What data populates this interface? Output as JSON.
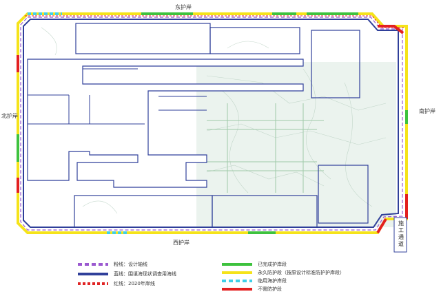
{
  "banks": {
    "north": "东护岸",
    "south": "西护岸",
    "west": "北护岸",
    "east": "南护岸"
  },
  "construction_channel": "施工通道",
  "colors": {
    "purple_line": "#9b59d0",
    "blue_line": "#2f3f9a",
    "red_line": "#e02424",
    "green_segment": "#3ec23e",
    "yellow_segment": "#f5e31a",
    "cyan_segment": "#3fd0e8",
    "red_segment": "#e32020",
    "background_land": "#e8f3ec"
  },
  "legend": [
    {
      "swatch": "purple-dashed",
      "label": "粉线：设计轴线"
    },
    {
      "swatch": "blue-solid",
      "label": "蓝线：围填海现状调查用海线"
    },
    {
      "swatch": "red-dashed",
      "label": "红线：2020年岸线"
    },
    {
      "swatch": "green-solid",
      "label": "已完成护岸段"
    },
    {
      "swatch": "yellow-solid",
      "label": "永久防护段（按原设计标准防护护岸段）"
    },
    {
      "swatch": "cyan-dashed",
      "label": "临用海护岸段"
    },
    {
      "swatch": "red-solid",
      "label": "不需防护段"
    }
  ]
}
